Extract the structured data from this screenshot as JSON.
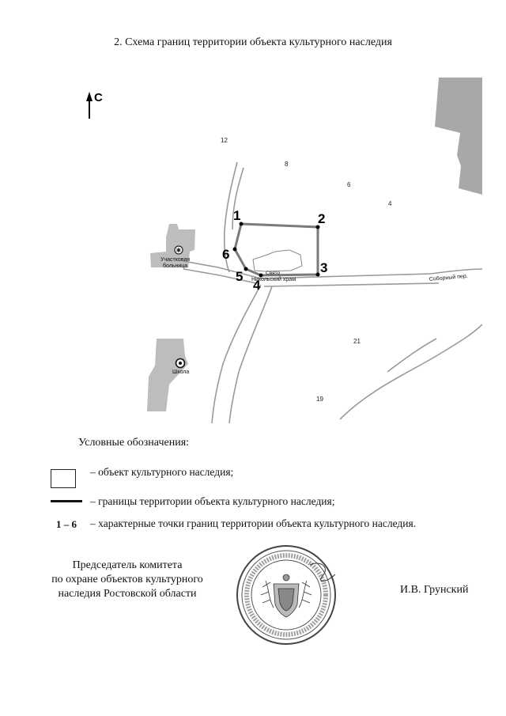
{
  "title": "2. Схема границ территории объекта культурного наследия",
  "map": {
    "north_label": "С",
    "place_numbers": [
      "12",
      "8",
      "6",
      "4",
      "21",
      "19"
    ],
    "buildings": {
      "hospital": "Участковая больница",
      "school": "Школа",
      "church": "Никольский храм",
      "street": "Соборный пер."
    },
    "boundary_points": [
      "1",
      "2",
      "3",
      "4",
      "5",
      "6"
    ]
  },
  "legend": {
    "title": "Условные обозначения:",
    "items": [
      {
        "symbol": "box",
        "text": "– объект культурного наследия;"
      },
      {
        "symbol": "line",
        "text": "– границы территории объекта культурного наследия;"
      },
      {
        "symbol": "1 – 6",
        "text": "– характерные точки границ территории объекта культурного наследия."
      }
    ]
  },
  "signature": {
    "position_lines": [
      "Председатель комитета",
      "по охране объектов культурного",
      "наследия Ростовской области"
    ],
    "name": "И.В. Грунский"
  }
}
